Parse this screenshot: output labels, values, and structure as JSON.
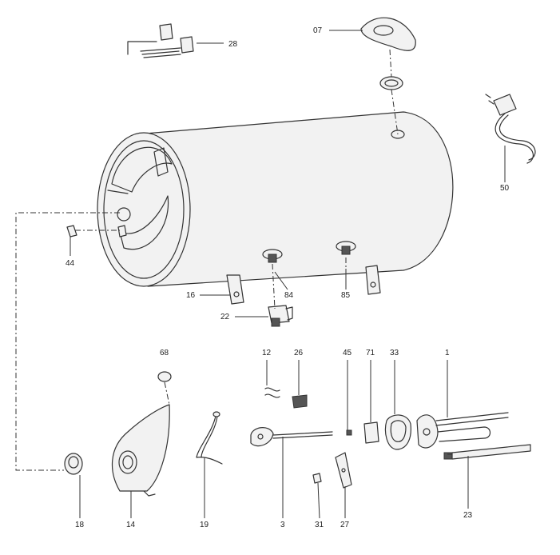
{
  "callouts": {
    "p07": "07",
    "p28": "28",
    "p50": "50",
    "p44": "44",
    "p16": "16",
    "p84": "84",
    "p85": "85",
    "p22": "22",
    "p68": "68",
    "p12": "12",
    "p26": "26",
    "p45": "45",
    "p71": "71",
    "p33": "33",
    "p1": "1",
    "p23": "23",
    "p18": "18",
    "p14": "14",
    "p19": "19",
    "p3": "3",
    "p31": "31",
    "p27": "27"
  },
  "colors": {
    "line": "#333333",
    "fill": "#f2f2f2",
    "background": "#ffffff"
  }
}
